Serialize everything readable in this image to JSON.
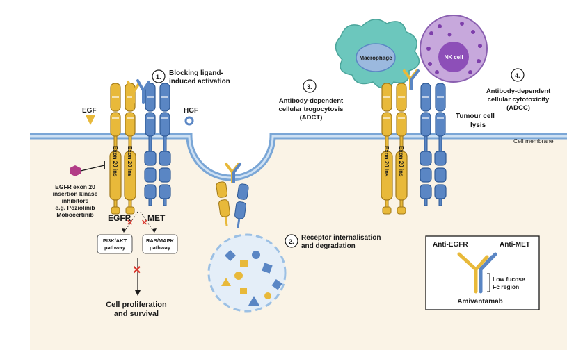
{
  "labels": {
    "egf": "EGF",
    "hgf": "HGF",
    "egfr": "EGFR",
    "met": "MET",
    "exon20": "Exon 20 ins",
    "cell_membrane": "Cell membrane",
    "macrophage": "Macrophage",
    "nk_cell": "NK cell",
    "tumour_lysis_1": "Tumour cell",
    "tumour_lysis_2": "lysis",
    "inhibitor_1": "EGFR exon 20",
    "inhibitor_2": "insertion kinase",
    "inhibitor_3": "inhibitors",
    "inhibitor_4": "e.g. Poziolinib",
    "inhibitor_5": "Mobocertinib",
    "pi3k_1": "PI3K/AKT",
    "pi3k_2": "pathway",
    "ras_1": "RAS/MAPK",
    "ras_2": "pathway",
    "prolif_1": "Cell proliferation",
    "prolif_2": "and survival"
  },
  "steps": {
    "s1": {
      "num": "1.",
      "line1": "Blocking ligand-",
      "line2": "induced activation"
    },
    "s2": {
      "num": "2.",
      "line1": "Receptor internalisation",
      "line2": "and degradation"
    },
    "s3": {
      "num": "3.",
      "line1": "Antibody-dependent",
      "line2": "cellular trogocytosis",
      "line3": "(ADCT)"
    },
    "s4": {
      "num": "4.",
      "line1": "Antibody-dependent",
      "line2": "cellular cytotoxicity",
      "line3": "(ADCC)"
    }
  },
  "legend": {
    "anti_egfr": "Anti-EGFR",
    "anti_met": "Anti-MET",
    "fc_1": "Low fucose",
    "fc_2": "Fc region",
    "name": "Amivantamab"
  },
  "colors": {
    "egfr_yellow": "#e8b93a",
    "met_blue": "#5a86c4",
    "membrane": "#7aa6d6",
    "cytoplasm": "#faf3e6",
    "macrophage": "#6cc7bd",
    "nk_cell": "#9b6cc0",
    "inhibitor": "#b23c87",
    "block_red": "#d9342b"
  },
  "icons": {
    "egf": "triangle-icon",
    "hgf": "ring-icon",
    "inhibitor": "hexagon-icon",
    "block": "cross-icon"
  }
}
